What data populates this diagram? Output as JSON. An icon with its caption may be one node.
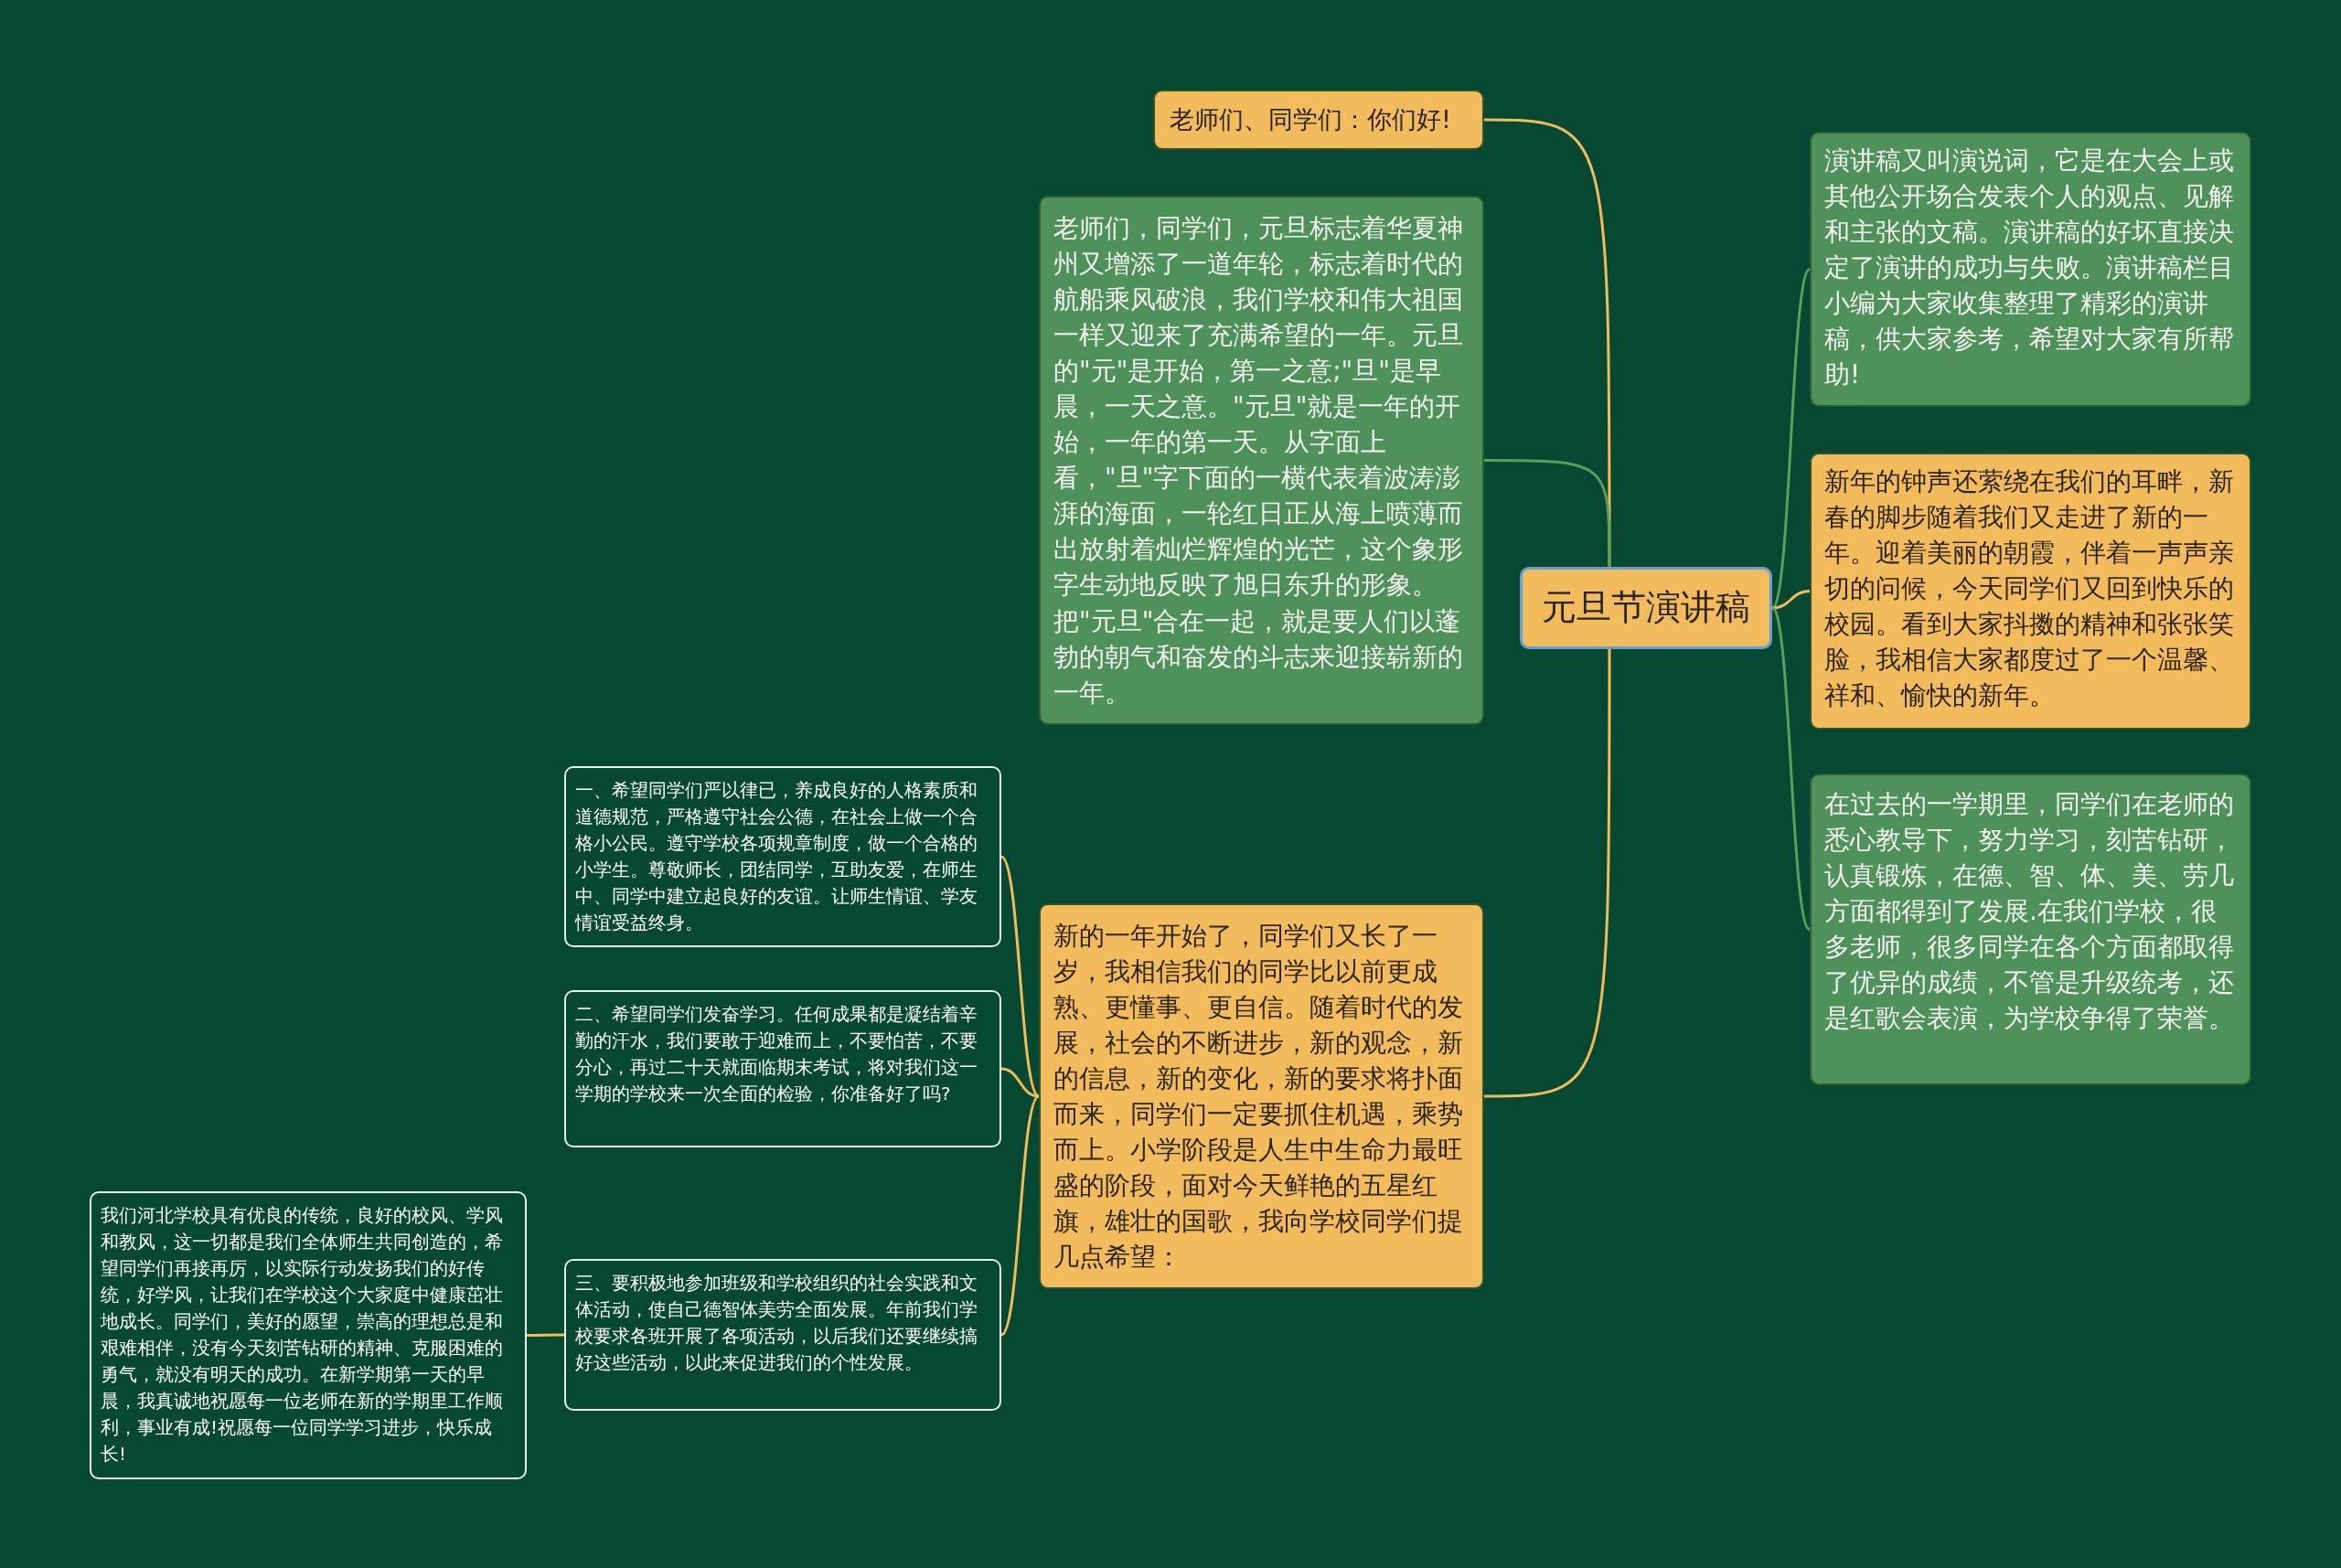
{
  "diagram": {
    "nodes": [
      {
        "text": [
          "元旦节演讲稿"
        ]
      },
      {
        "text": [
          "老师们、同学们：你们好!"
        ]
      },
      {
        "text": [
          "老师们，同学们，元旦标志着华夏神州又增添了一道年轮，标志着时代的航船乘风破浪，我们学校和伟大祖国一样又迎来了充满希望的一年。元旦的\"元\"是开始，第一之意;\"旦\"是早晨，一天之意。\"元旦\"就是一年的开始，一年的第一天。从字面上看，\"旦\"字下面的一横代表着波涛澎湃的海面，一轮红日正从海上喷薄而出放射着灿烂辉煌的光芒，这个象形字生动地反映了旭日东升的形象。把\"元旦\"合在一起，就是要人们以蓬勃的朝气和奋发的斗志来迎接崭新的一年。"
        ]
      },
      {
        "text": [
          "新的一年开始了，同学们又长了一岁，我相信我们的同学比以前更成熟、更懂事、更自信。随着时代的发展，社会的不断进步，新的观念，新的信息，新的变化，新的要求将扑面而来，同学们一定要抓住机遇，乘势而上。小学阶段是人生中生命力最旺盛的阶段，面对今天鲜艳的五星红旗，雄壮的国歌，我向学校同学们提几点希望："
        ]
      },
      {
        "text": [
          "一、希望同学们严以律已，养成良好的人格素质和道德规范，严格遵守社会公德，在社会上做一个合格小公民。遵守学校各项规章制度，做一个合格的小学生。尊敬师长，团结同学，互助友爱，在师生中、同学中建立起良好的友谊。让师生情谊、学友情谊受益终身。"
        ]
      },
      {
        "text": [
          "二、希望同学们发奋学习。任何成果都是凝结着辛勤的汗水，我们要敢于迎难而上，不要怕苦，不要分心，再过二十天就面临期末考试，将对我们这一学期的学校来一次全面的检验，你准备好了吗?"
        ]
      },
      {
        "text": [
          "三、要积极地参加班级和学校组织的社会实践和文体活动，使自己德智体美劳全面发展。年前我们学校要求各班开展了各项活动，以后我们还要继续搞好这些活动，以此来促进我们的个性发展。"
        ]
      },
      {
        "text": [
          "我们河北学校具有优良的传统，良好的校风、学风和教风，这一切都是我们全体师生共同创造的，希望同学们再接再厉，以实际行动发扬我们的好传统，好学风，让我们在学校这个大家庭中健康茁壮地成长。同学们，美好的愿望，崇高的理想总是和艰难相伴，没有今天刻苦钻研的精神、克服困难的勇气，就没有明天的成功。在新学期第一天的早晨，我真诚地祝愿每一位老师在新的学期里工作顺利，事业有成!祝愿每一位同学学习进步，快乐成长!"
        ]
      },
      {
        "text": [
          "演讲稿又叫演说词，它是在大会上或其他公开场合发表个人的观点、见解和主张的文稿。演讲稿的好坏直接决定了演讲的成功与失败。演讲稿栏目小编为大家收集整理了精彩的演讲稿，供大家参考，希望对大家有所帮助!"
        ]
      },
      {
        "text": [
          "新年的钟声还萦绕在我们的耳畔，新春的脚步随着我们又走进了新的一年。迎着美丽的朝霞，伴着一声声亲切的问候，今天同学们又回到快乐的校园。看到大家抖擞的精神和张张笑脸，我相信大家都度过了一个温馨、祥和、愉快的新年。"
        ]
      },
      {
        "text": [
          "在过去的一学期里，同学们在老师的悉心教导下，努力学习，刻苦钻研，认真锻炼，在德、智、体、美、劳几方面都得到了发展.在我们学校，很多老师，很多同学在各个方面都取得了优异的成绩，不管是升级统考，还是红歌会表演，为学校争得了荣誉。"
        ]
      }
    ],
    "edges": [
      {
        "from": 0,
        "to": 1,
        "arrow": "none"
      },
      {
        "from": 0,
        "to": 2,
        "arrow": "none",
        "color": "#5c9e5c"
      },
      {
        "from": 0,
        "to": 3,
        "arrow": "none"
      },
      {
        "from": 3,
        "to": 4,
        "arrow": "none"
      },
      {
        "from": 3,
        "to": 5,
        "arrow": "none"
      },
      {
        "from": 3,
        "to": 6,
        "arrow": "none"
      },
      {
        "from": 6,
        "to": 7,
        "arrow": "none"
      },
      {
        "from": 0,
        "to": 8,
        "arrow": "none",
        "color": "#5c9e5c"
      },
      {
        "from": 0,
        "to": 9,
        "arrow": "none"
      },
      {
        "from": 0,
        "to": 10,
        "arrow": "none",
        "color": "#5c9e5c"
      }
    ]
  }
}
